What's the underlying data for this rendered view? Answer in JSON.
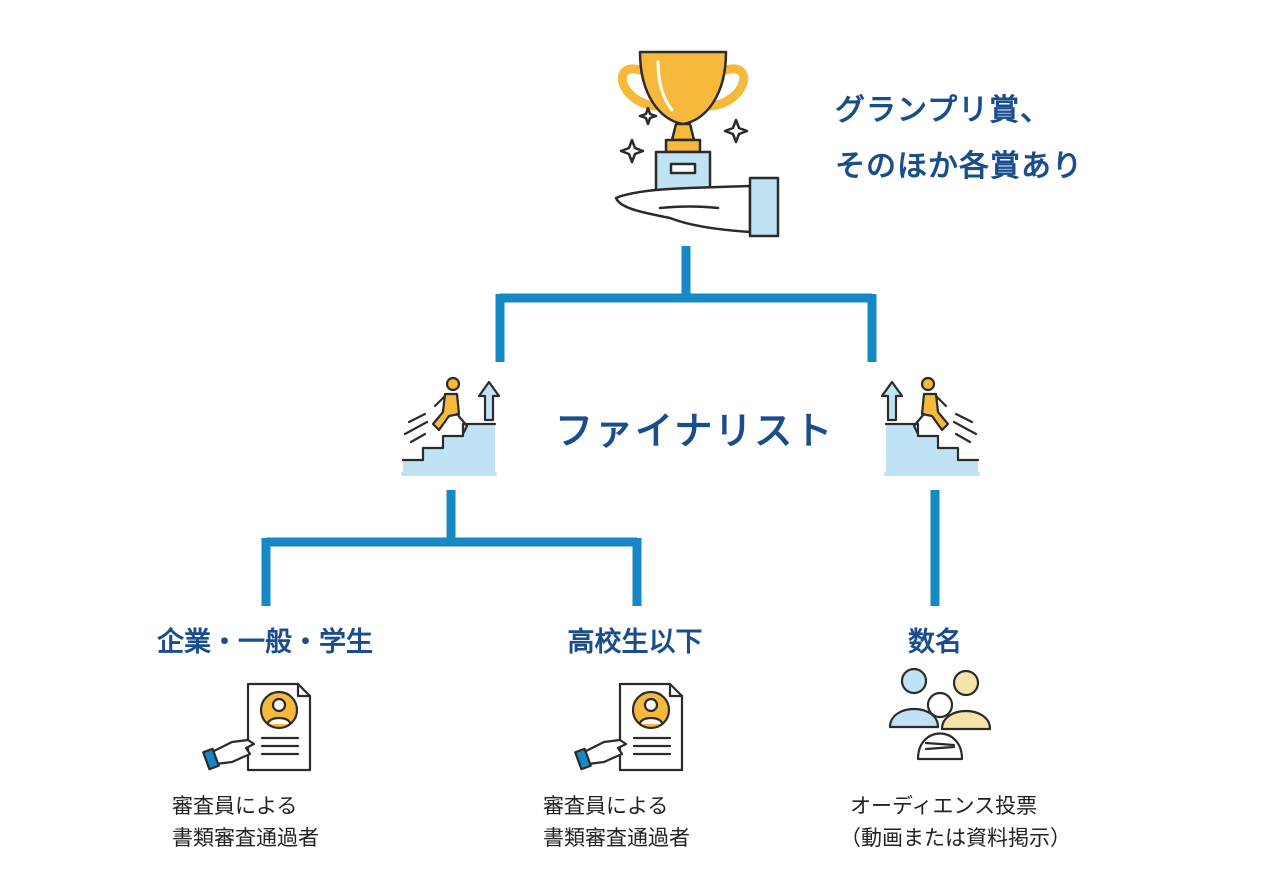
{
  "top": {
    "title_line1": "グランプリ賞、",
    "title_line2": "そのほか各賞あり"
  },
  "finalist": {
    "label": "ファイナリスト"
  },
  "categories": [
    {
      "label": "企業・一般・学生",
      "desc_line1": "審査員による",
      "desc_line2": "書類審査通過者"
    },
    {
      "label": "高校生以下",
      "desc_line1": "審査員による",
      "desc_line2": "書類審査通過者"
    },
    {
      "label": "数名",
      "desc_line1": "オーディエンス投票",
      "desc_line2": "（動画または資料掲示）"
    }
  ],
  "colors": {
    "line": "#1589c6",
    "title": "#1a4d8c",
    "gold": "#f6b93b",
    "light_blue": "#bfe3f5",
    "outline": "#2b2b2b"
  },
  "icons": [
    "trophy-on-hand-icon",
    "climbing-stairs-icon",
    "resume-document-icon",
    "audience-group-icon"
  ]
}
